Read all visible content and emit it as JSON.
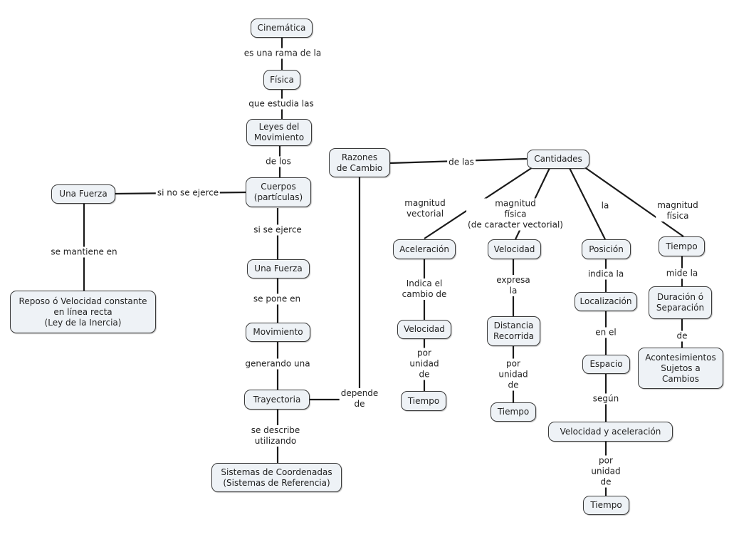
{
  "nodes": {
    "cinematica": "Cinemática",
    "fisica": "Física",
    "leyes": "Leyes del\nMovimiento",
    "cuerpos": "Cuerpos\n(partículas)",
    "una_fuerza_left": "Una Fuerza",
    "reposo": "Reposo ó Velocidad constante\nen línea recta\n(Ley de la Inercia)",
    "una_fuerza_mid": "Una Fuerza",
    "movimiento": "Movimiento",
    "trayectoria": "Trayectoria",
    "sistemas": "Sistemas de Coordenadas\n(Sistemas de Referencia)",
    "razones": "Razones\nde Cambio",
    "cantidades": "Cantidades",
    "aceleracion": "Aceleración",
    "velocidad_a": "Velocidad",
    "tiempo_a": "Tiempo",
    "velocidad_b": "Velocidad",
    "distancia": "Distancia\nRecorrida",
    "tiempo_b": "Tiempo",
    "posicion": "Posición",
    "localizacion": "Localización",
    "espacio": "Espacio",
    "vel_acel": "Velocidad y aceleración",
    "tiempo_c": "Tiempo",
    "tiempo_d": "Tiempo",
    "duracion": "Duración ó\nSeparación",
    "acontecimientos": "Acontesimientos\nSujetos a\nCambios"
  },
  "links": {
    "rama": "es una rama de la",
    "estudia": "que estudia las",
    "de_los": "de los",
    "no_ejerce": "si no se ejerce",
    "mantiene": "se mantiene en",
    "si_ejerce": "si se ejerce",
    "pone": "se pone en",
    "generando": "generando una",
    "describe": "se describe\nutilizando",
    "depende": "depende\nde",
    "de_las": "de las",
    "mag_vect": "magnitud\nvectorial",
    "mag_fis_vect": "magnitud\nfísica\n(de caracter vectorial)",
    "la": "la",
    "mag_fis": "magnitud\nfísica",
    "indica_cambio": "Indica el\ncambio de",
    "por_a": "por\nunidad\nde",
    "expresa": "expresa\nla",
    "por_b": "por\nunidad\nde",
    "indica_la": "indica la",
    "en_el": "en el",
    "segun": "según",
    "por_c": "por\nunidad\nde",
    "mide": "mide la",
    "de": "de"
  }
}
